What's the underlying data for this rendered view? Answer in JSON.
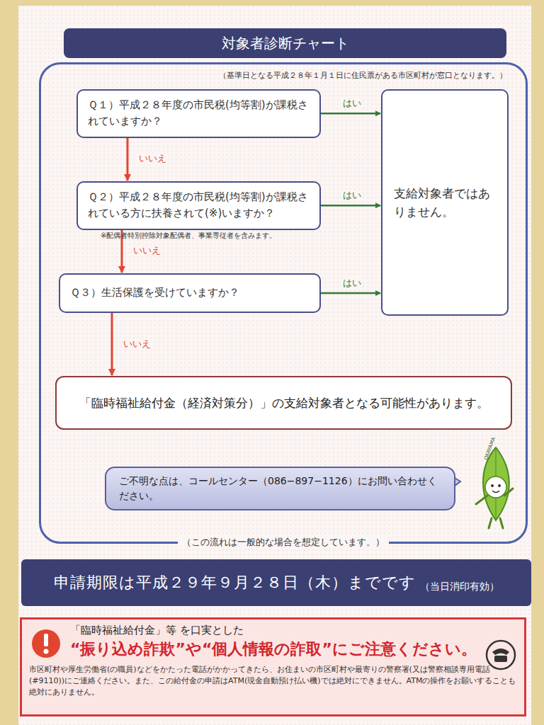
{
  "diagram": {
    "nodes": [
      {
        "text": [
          "対象者診断チャート"
        ]
      },
      {
        "text": [
          "（基準日となる平成２８年１月１日に住民票がある市区町村が窓口となります。）",
          "（この流れは一般的な場合を想定しています。）"
        ]
      },
      {
        "text": [
          "Ｑ１）平成２８年度の市民税(均等割)が課税されていますか？"
        ],
        "in": 1
      },
      {
        "text": [
          "支給対象者ではありません。"
        ],
        "in": 1
      },
      {
        "text": [
          "Ｑ２）平成２８年度の市民税(均等割)が課税されている方に扶養されて(※)いますか？"
        ],
        "in": 1
      },
      {
        "text": [
          "Ｑ３）生活保護を受けていますか？"
        ],
        "in": 1
      },
      {
        "text": [
          "「臨時福祉給付金（経済対策分）」の支給対象者となる可能性があります。"
        ],
        "in": 1
      },
      {
        "text": [
          "ご不明な点は、コールセンター（086−897−1126）にお問い合わせください。"
        ],
        "in": 1
      },
      {
        "text": [
          "申請期限は平成２９年９月２８日（木）までです",
          "（当日消印有効）"
        ]
      },
      {
        "text": [
          "「臨時福祉給付金」等 を口実とした",
          "“振り込め詐欺”や“個人情報の詐取”にご注意ください。",
          "市区町村や厚生労働省(の職員)などをかたった電話がかかってきたら、お住まいの市区町村や最寄りの警察署(又は警察相談専用電話(#9110))にご連絡ください。また、この給付金の申請はATM(現金自動預け払い機)では絶対にできません。ATMの操作をお願いすることも絶対にありません。"
        ]
      }
    ],
    "edges": [
      {
        "from": 2,
        "to": 3,
        "label": "はい",
        "arrow": "to"
      },
      {
        "from": 2,
        "to": 4,
        "label": "いいえ",
        "arrow": "to"
      },
      {
        "from": 4,
        "to": 3,
        "label": "はい",
        "arrow": "to"
      },
      {
        "from": 4,
        "to": 5,
        "label": "いいえ",
        "arrow": "to"
      },
      {
        "from": 5,
        "to": 3,
        "label": "はい",
        "arrow": "to"
      },
      {
        "from": 5,
        "to": 6,
        "label": "いいえ",
        "arrow": "to"
      }
    ],
    "labels": [
      "※配偶者特別控除対象配偶者、事業専従者を含みます。",
      "OKAYAMA"
    ]
  }
}
